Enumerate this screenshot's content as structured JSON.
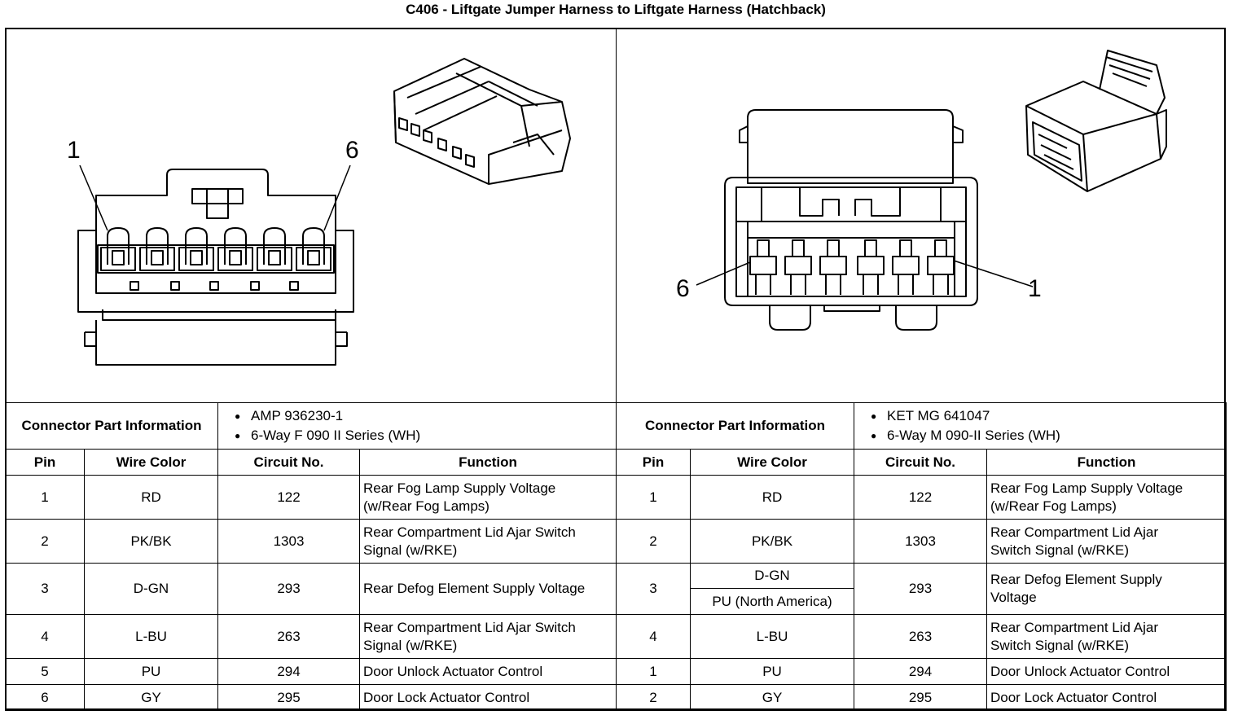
{
  "title": "C406 - Liftgate Jumper Harness to Liftgate Harness (Hatchback)",
  "left": {
    "pin_label_a": "1",
    "pin_label_b": "6",
    "part_info_label": "Connector Part Information",
    "part_info": [
      "AMP 936230-1",
      "6-Way F 090 II Series (WH)"
    ],
    "headers": [
      "Pin",
      "Wire Color",
      "Circuit No.",
      "Function"
    ],
    "rows": [
      {
        "pin": "1",
        "color": "RD",
        "circuit": "122",
        "function": [
          "Rear Fog Lamp Supply Voltage",
          "(w/Rear Fog Lamps)"
        ]
      },
      {
        "pin": "2",
        "color": "PK/BK",
        "circuit": "1303",
        "function": [
          "Rear Compartment Lid Ajar Switch",
          "Signal (w/RKE)"
        ]
      },
      {
        "pin": "3",
        "color": "D-GN",
        "circuit": "293",
        "function": [
          "Rear Defog Element Supply Voltage"
        ]
      },
      {
        "pin": "4",
        "color": "L-BU",
        "circuit": "263",
        "function": [
          "Rear Compartment Lid Ajar Switch",
          "Signal (w/RKE)"
        ]
      },
      {
        "pin": "5",
        "color": "PU",
        "circuit": "294",
        "function": [
          "Door Unlock Actuator Control"
        ]
      },
      {
        "pin": "6",
        "color": "GY",
        "circuit": "295",
        "function": [
          "Door Lock Actuator Control"
        ]
      }
    ]
  },
  "right": {
    "pin_label_a": "6",
    "pin_label_b": "1",
    "part_info_label": "Connector Part Information",
    "part_info": [
      "KET MG 641047",
      "6-Way M 090-II Series (WH)"
    ],
    "headers": [
      "Pin",
      "Wire Color",
      "Circuit No.",
      "Function"
    ],
    "rows": [
      {
        "pin": "1",
        "color": "RD",
        "circuit": "122",
        "function": [
          "Rear Fog Lamp Supply Voltage",
          "(w/Rear Fog Lamps)"
        ]
      },
      {
        "pin": "2",
        "color": "PK/BK",
        "circuit": "1303",
        "function": [
          "Rear Compartment Lid Ajar",
          "Switch Signal (w/RKE)"
        ]
      },
      {
        "pin": "3",
        "color": "D-GN",
        "color_alt": "PU (North America)",
        "circuit": "293",
        "function": [
          "Rear Defog Element Supply",
          "Voltage"
        ]
      },
      {
        "pin": "4",
        "color": "L-BU",
        "circuit": "263",
        "function": [
          "Rear Compartment Lid Ajar",
          "Switch Signal (w/RKE)"
        ]
      },
      {
        "pin": "1",
        "color": "PU",
        "circuit": "294",
        "function": [
          "Door Unlock Actuator Control"
        ]
      },
      {
        "pin": "2",
        "color": "GY",
        "circuit": "295",
        "function": [
          "Door Lock Actuator Control"
        ]
      }
    ]
  }
}
